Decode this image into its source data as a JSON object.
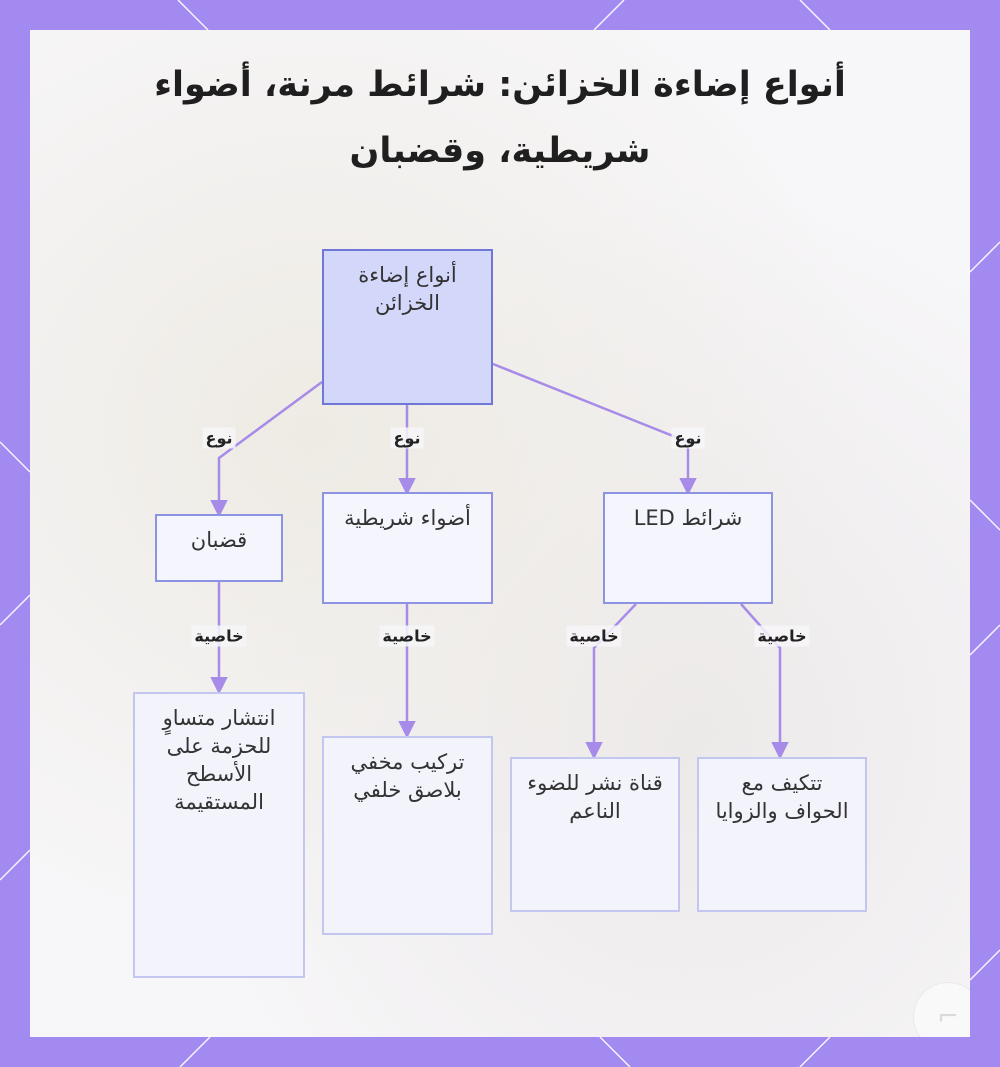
{
  "title": "أنواع إضاءة الخزائن: شرائط مرنة، أضواء شريطية، وقضبان",
  "diagram": {
    "nodes": {
      "root": "أنواع إضاءة الخزائن",
      "led_strips": "شرائط LED",
      "strip_lights": "أضواء شريطية",
      "bars": "قضبان",
      "corners": "تتكيف مع الحواف والزوايا",
      "diffuser": "قناة نشر للضوء الناعم",
      "hidden": "تركيب مخفي بلاصق خلفي",
      "even": "انتشار متساوٍ للحزمة على الأسطح المستقيمة"
    },
    "edges": [
      {
        "from": "root",
        "to": "led_strips",
        "label": "نوع"
      },
      {
        "from": "root",
        "to": "strip_lights",
        "label": "نوع"
      },
      {
        "from": "root",
        "to": "bars",
        "label": "نوع"
      },
      {
        "from": "led_strips",
        "to": "corners",
        "label": "خاصية"
      },
      {
        "from": "led_strips",
        "to": "diffuser",
        "label": "خاصية"
      },
      {
        "from": "strip_lights",
        "to": "hidden",
        "label": "خاصية"
      },
      {
        "from": "bars",
        "to": "even",
        "label": "خاصية"
      }
    ]
  },
  "colors": {
    "frame": "#a28af1",
    "panel": "#f7f6f8",
    "edge": "#a78be8",
    "root_fill": "#d3d7fa",
    "root_border": "#6f78d6",
    "node_border": "#c3c6ef"
  },
  "icons": {
    "corner": "corner-logo-icon"
  }
}
